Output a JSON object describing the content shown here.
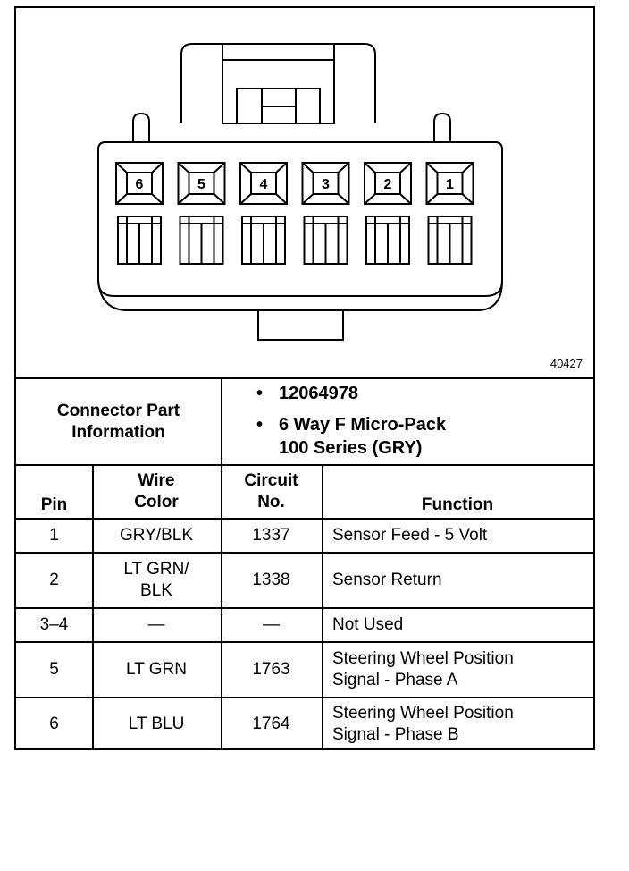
{
  "figure_id": "40427",
  "connector": {
    "pins": [
      "6",
      "5",
      "4",
      "3",
      "2",
      "1"
    ]
  },
  "part_info": {
    "label_line1": "Connector Part",
    "label_line2": "Information",
    "part_number": "12064978",
    "desc_line1": "6 Way F Micro-Pack",
    "desc_line2": "100 Series (GRY)",
    "bullet": "•"
  },
  "table": {
    "headers": {
      "pin": "Pin",
      "wire_line1": "Wire",
      "wire_line2": "Color",
      "circuit_line1": "Circuit",
      "circuit_line2": "No.",
      "function": "Function"
    },
    "rows": [
      {
        "pin": "1",
        "wire1": "GRY/BLK",
        "wire2": "",
        "circuit": "1337",
        "func1": "Sensor Feed - 5 Volt",
        "func2": ""
      },
      {
        "pin": "2",
        "wire1": "LT GRN/",
        "wire2": "BLK",
        "circuit": "1338",
        "func1": "Sensor Return",
        "func2": ""
      },
      {
        "pin": "3–4",
        "wire1": "—",
        "wire2": "",
        "circuit": "—",
        "func1": "Not Used",
        "func2": ""
      },
      {
        "pin": "5",
        "wire1": "LT GRN",
        "wire2": "",
        "circuit": "1763",
        "func1": "Steering Wheel Position",
        "func2": "Signal - Phase A"
      },
      {
        "pin": "6",
        "wire1": "LT BLU",
        "wire2": "",
        "circuit": "1764",
        "func1": "Steering Wheel Position",
        "func2": "Signal - Phase B"
      }
    ]
  }
}
